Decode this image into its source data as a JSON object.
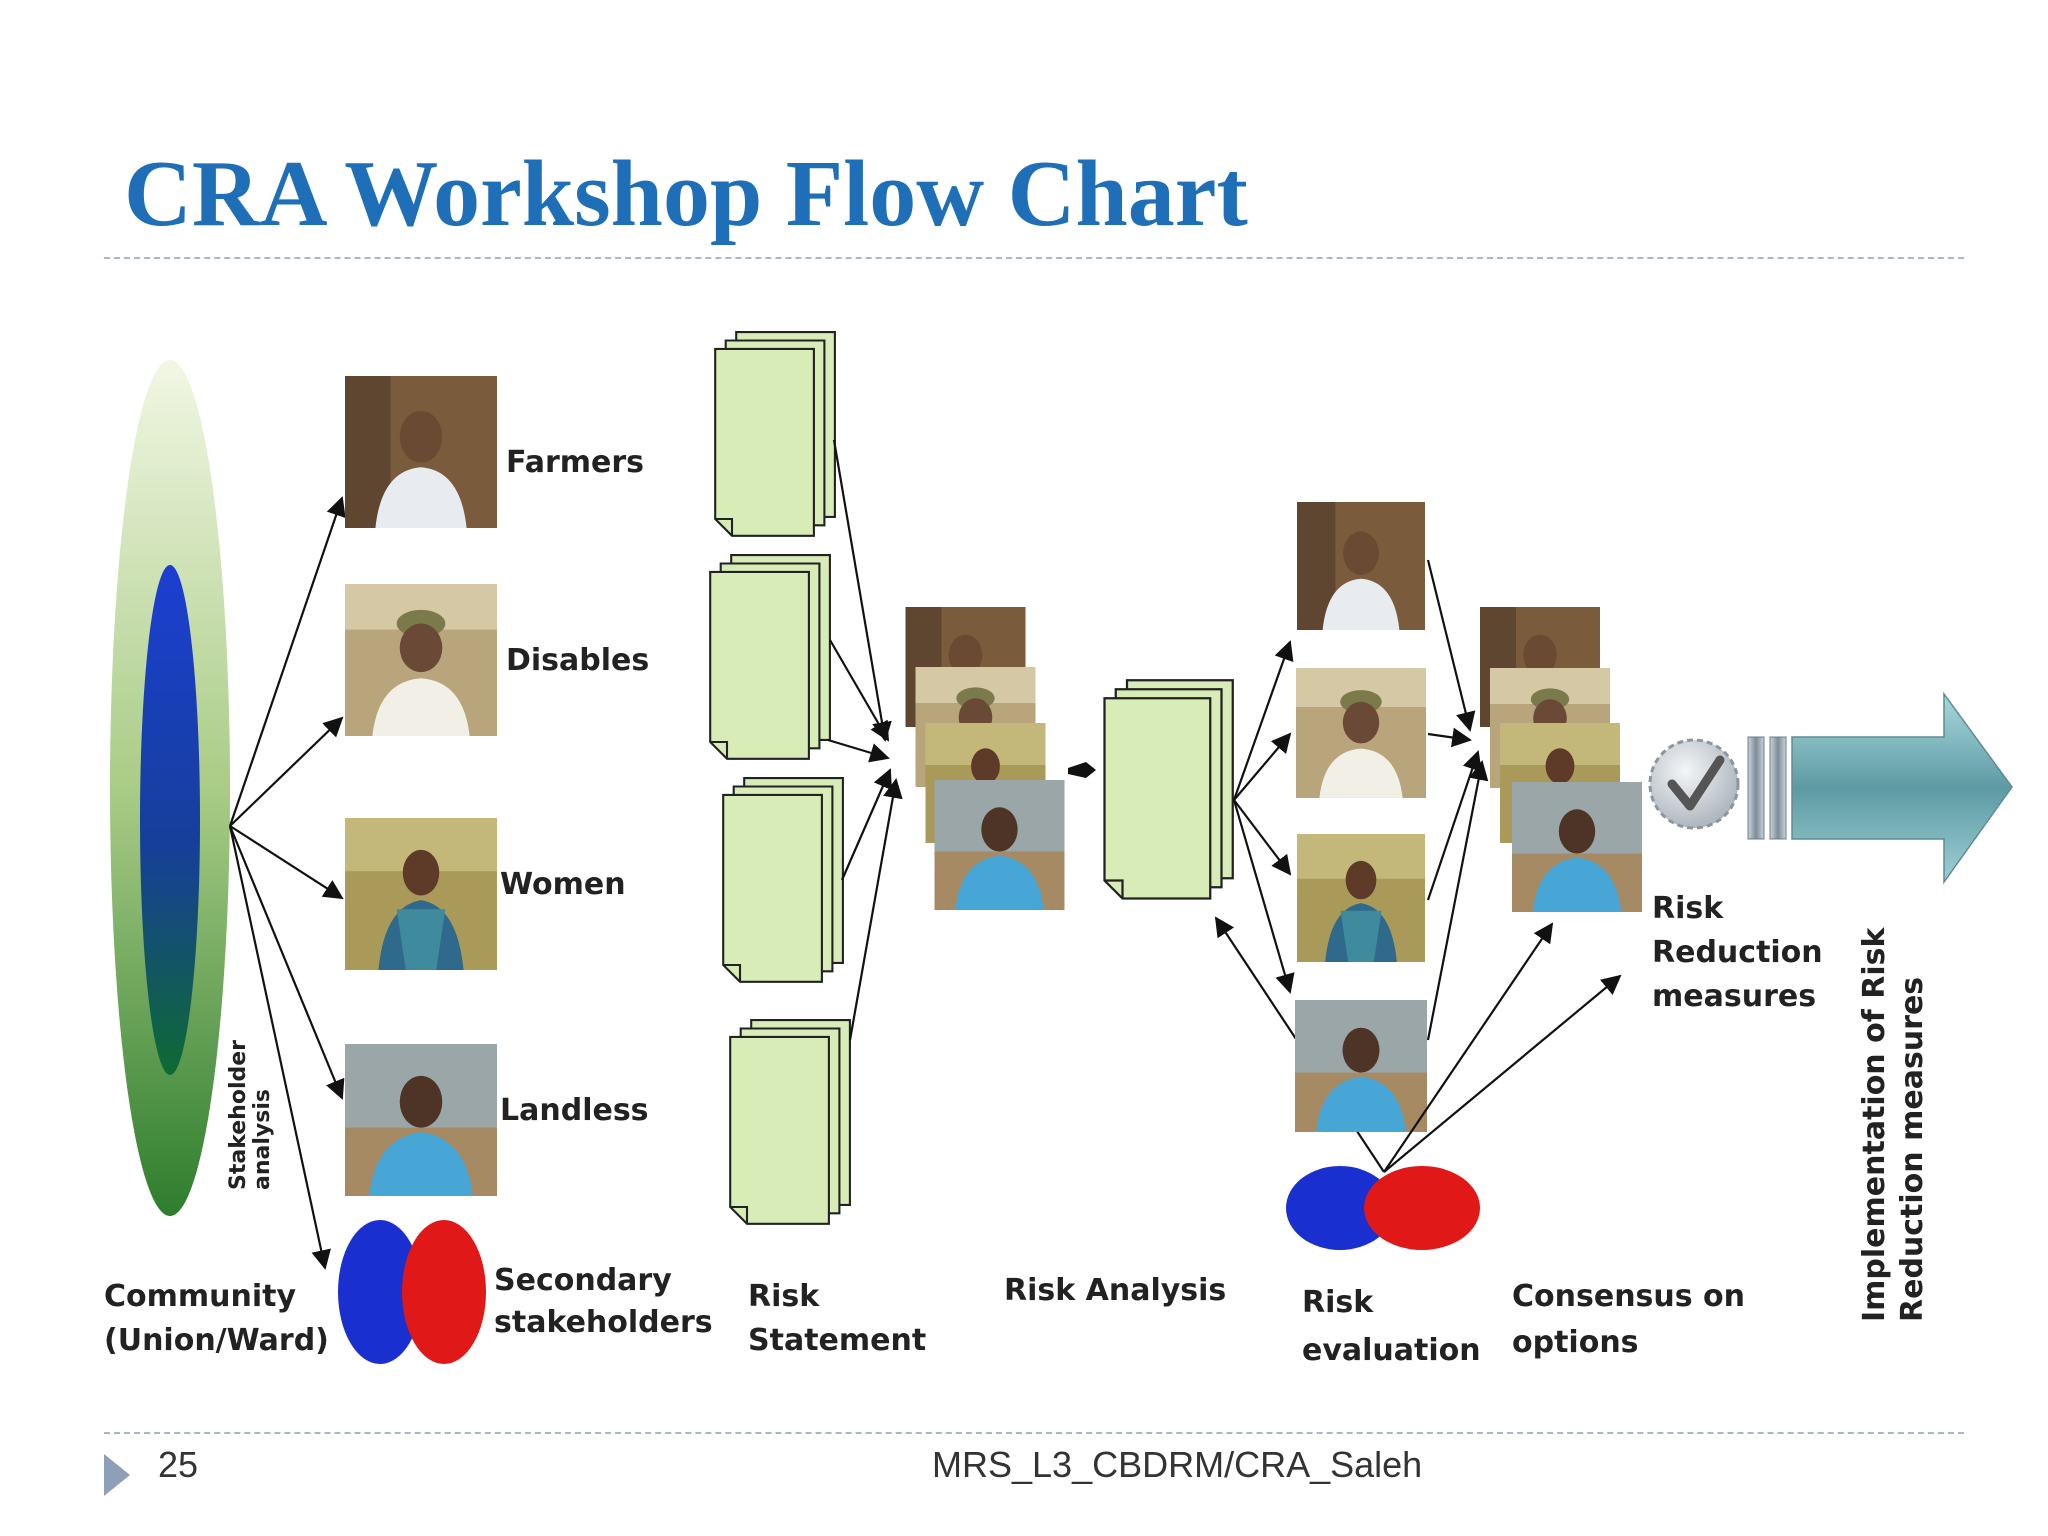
{
  "slide": {
    "title": "CRA Workshop Flow Chart",
    "page_number": "25",
    "footer": "MRS_L3_CBDRM/CRA_Saleh"
  },
  "diagram": {
    "community_label": [
      "Community",
      "(Union/Ward)"
    ],
    "stakeholder_analysis_label": [
      "Stakeholder",
      "analysis"
    ],
    "groups": [
      "Farmers",
      "Disables",
      "Women",
      "Landless"
    ],
    "secondary_label": [
      "Secondary",
      "stakeholders"
    ],
    "risk_statement_label": [
      "Risk",
      "Statement"
    ],
    "risk_analysis_label": "Risk Analysis",
    "risk_evaluation_label": [
      "Risk",
      "evaluation"
    ],
    "consensus_label": [
      "Consensus on",
      "options"
    ],
    "risk_reduction_label": [
      "Risk",
      "Reduction",
      "measures"
    ],
    "implementation_label": [
      "Implementation of Risk",
      "Reduction measures"
    ]
  },
  "colors": {
    "title": "#1f6fb8",
    "document": "#d8ecb8",
    "venn_blue": "#1a2fd0",
    "venn_red": "#e01818",
    "ellipse_outer": "#7faa5a",
    "ellipse_inner": "#1a3fb0",
    "arrow_fill": "#6fa8b0"
  }
}
